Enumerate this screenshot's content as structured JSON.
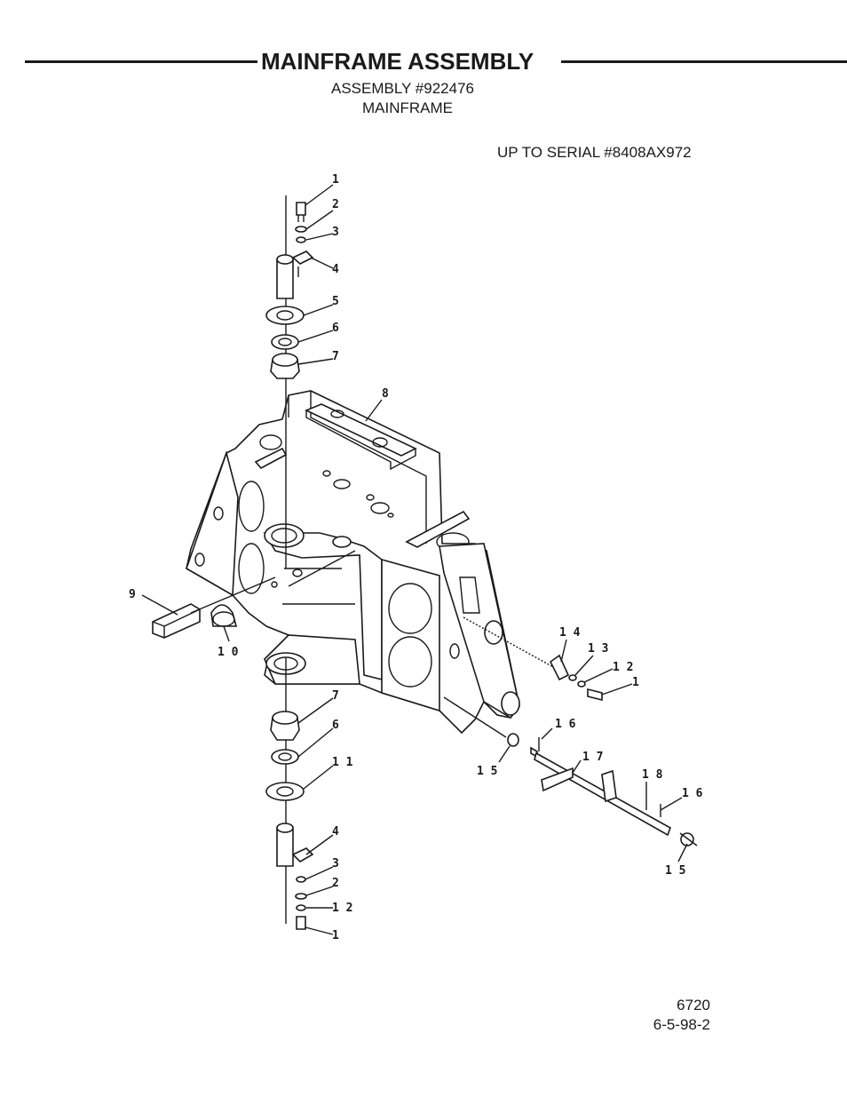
{
  "header": {
    "title": "MAINFRAME ASSEMBLY",
    "assembly_number": "ASSEMBLY #922476",
    "subtitle": "MAINFRAME",
    "serial_note": "UP TO SERIAL #8408AX972"
  },
  "footer": {
    "page_number": "6720",
    "date_code": "6-5-98-2"
  },
  "callouts": {
    "c1_top": "1",
    "c2_top": "2",
    "c3_top": "3",
    "c4_top": "4",
    "c5": "5",
    "c6_top": "6",
    "c7_top": "7",
    "c8": "8",
    "c9": "9",
    "c10": "1 0",
    "c14": "1 4",
    "c13": "1 3",
    "c12_right": "1 2",
    "c1_right": "1",
    "c16_a": "1 6",
    "c17": "1 7",
    "c15_a": "1 5",
    "c18": "1 8",
    "c16_b": "1 6",
    "c15_b": "1 5",
    "c7_bottom": "7",
    "c6_bottom": "6",
    "c11": "1 1",
    "c4_bottom": "4",
    "c3_bottom": "3",
    "c2_bottom": "2",
    "c12_bottom": "1 2",
    "c1_bottom": "1"
  }
}
